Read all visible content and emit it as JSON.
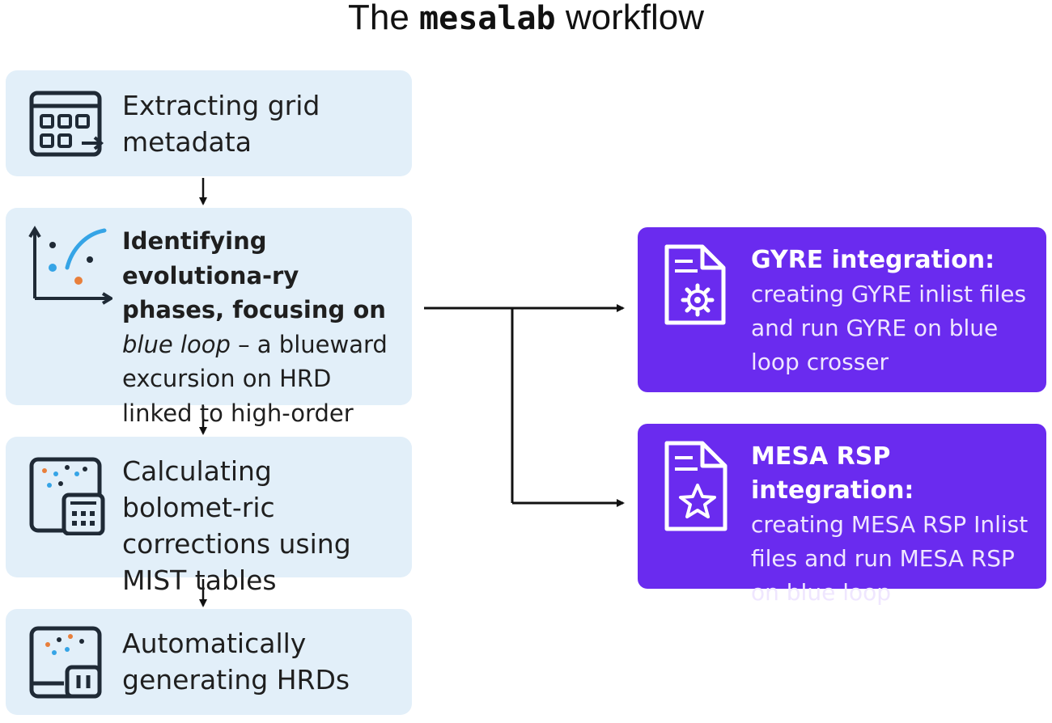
{
  "title": {
    "prefix": "The",
    "code": "mesalab",
    "suffix": "workflow"
  },
  "steps": [
    {
      "icon": "grid-table-icon",
      "text": "Extracting grid metadata"
    },
    {
      "icon": "scatter-plot-icon",
      "text_main": "Identifying evolutiona-ry phases, focusing on",
      "text_emph": "blue loop",
      "text_rest": "– a blueward excursion on HRD linked to high-order pulsations)"
    },
    {
      "icon": "calculator-chart-icon",
      "text": "Calculating bolomet-ric corrections using MIST tables"
    },
    {
      "icon": "hrd-chart-icon",
      "text": "Automatically generating HRDs"
    }
  ],
  "integrations": [
    {
      "icon": "document-gear-icon",
      "title": "GYRE integration:",
      "desc": "creating GYRE inlist files and run GYRE on blue loop crosser"
    },
    {
      "icon": "document-star-icon",
      "title": "MESA RSP integration:",
      "desc": "creating MESA RSP Inlist files and run MESA RSP on blue loop"
    }
  ],
  "colors": {
    "step_bg": "#e2eff9",
    "card_bg": "#6a2bef",
    "icon_dark": "#1f2a36",
    "accent_blue": "#35a4e6",
    "accent_orange": "#e87f3b"
  }
}
